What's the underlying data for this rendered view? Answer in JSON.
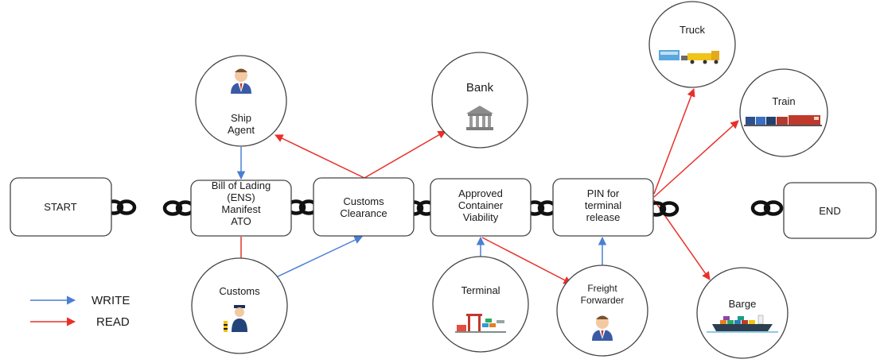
{
  "colors": {
    "write": "#4a7fd4",
    "read": "#e8302a",
    "outline": "#444444",
    "chain": "#111111"
  },
  "process": [
    {
      "id": "start",
      "lines": [
        "START"
      ]
    },
    {
      "id": "bol",
      "lines": [
        "Bill of Lading",
        "(ENS)",
        "Manifest",
        "ATO"
      ]
    },
    {
      "id": "customs_clearance",
      "lines": [
        "Customs",
        "Clearance"
      ]
    },
    {
      "id": "container",
      "lines": [
        "Approved",
        "Container",
        "Viability"
      ]
    },
    {
      "id": "pin",
      "lines": [
        "PIN for",
        "terminal",
        "release"
      ]
    },
    {
      "id": "end",
      "lines": [
        "END"
      ]
    }
  ],
  "actors": [
    {
      "id": "ship_agent",
      "lines": [
        "Ship",
        "Agent"
      ],
      "icon": "businessman-icon"
    },
    {
      "id": "bank",
      "lines": [
        "Bank"
      ],
      "icon": "bank-icon"
    },
    {
      "id": "truck",
      "lines": [
        "Truck"
      ],
      "icon": "truck-icon"
    },
    {
      "id": "train",
      "lines": [
        "Train"
      ],
      "icon": "train-icon"
    },
    {
      "id": "barge",
      "lines": [
        "Barge"
      ],
      "icon": "ship-icon"
    },
    {
      "id": "customs",
      "lines": [
        "Customs"
      ],
      "icon": "customs-officer-icon"
    },
    {
      "id": "terminal",
      "lines": [
        "Terminal"
      ],
      "icon": "terminal-icon"
    },
    {
      "id": "freight_forwarder",
      "lines": [
        "Freight",
        "Forwarder"
      ],
      "icon": "businessman-icon"
    }
  ],
  "flows": [
    {
      "from": "ship_agent",
      "to": "bol",
      "type": "write"
    },
    {
      "from": "bol",
      "to": "customs",
      "type": "read"
    },
    {
      "from": "customs",
      "to": "customs_clearance",
      "type": "write"
    },
    {
      "from": "customs_clearance",
      "to": "ship_agent",
      "type": "read"
    },
    {
      "from": "customs_clearance",
      "to": "bank",
      "type": "read"
    },
    {
      "from": "terminal",
      "to": "container",
      "type": "write"
    },
    {
      "from": "container",
      "to": "freight_forwarder",
      "type": "read"
    },
    {
      "from": "freight_forwarder",
      "to": "pin",
      "type": "write"
    },
    {
      "from": "pin",
      "to": "truck",
      "type": "read"
    },
    {
      "from": "pin",
      "to": "train",
      "type": "read"
    },
    {
      "from": "pin",
      "to": "barge",
      "type": "read"
    }
  ],
  "legend": {
    "write": "WRITE",
    "read": "READ"
  }
}
